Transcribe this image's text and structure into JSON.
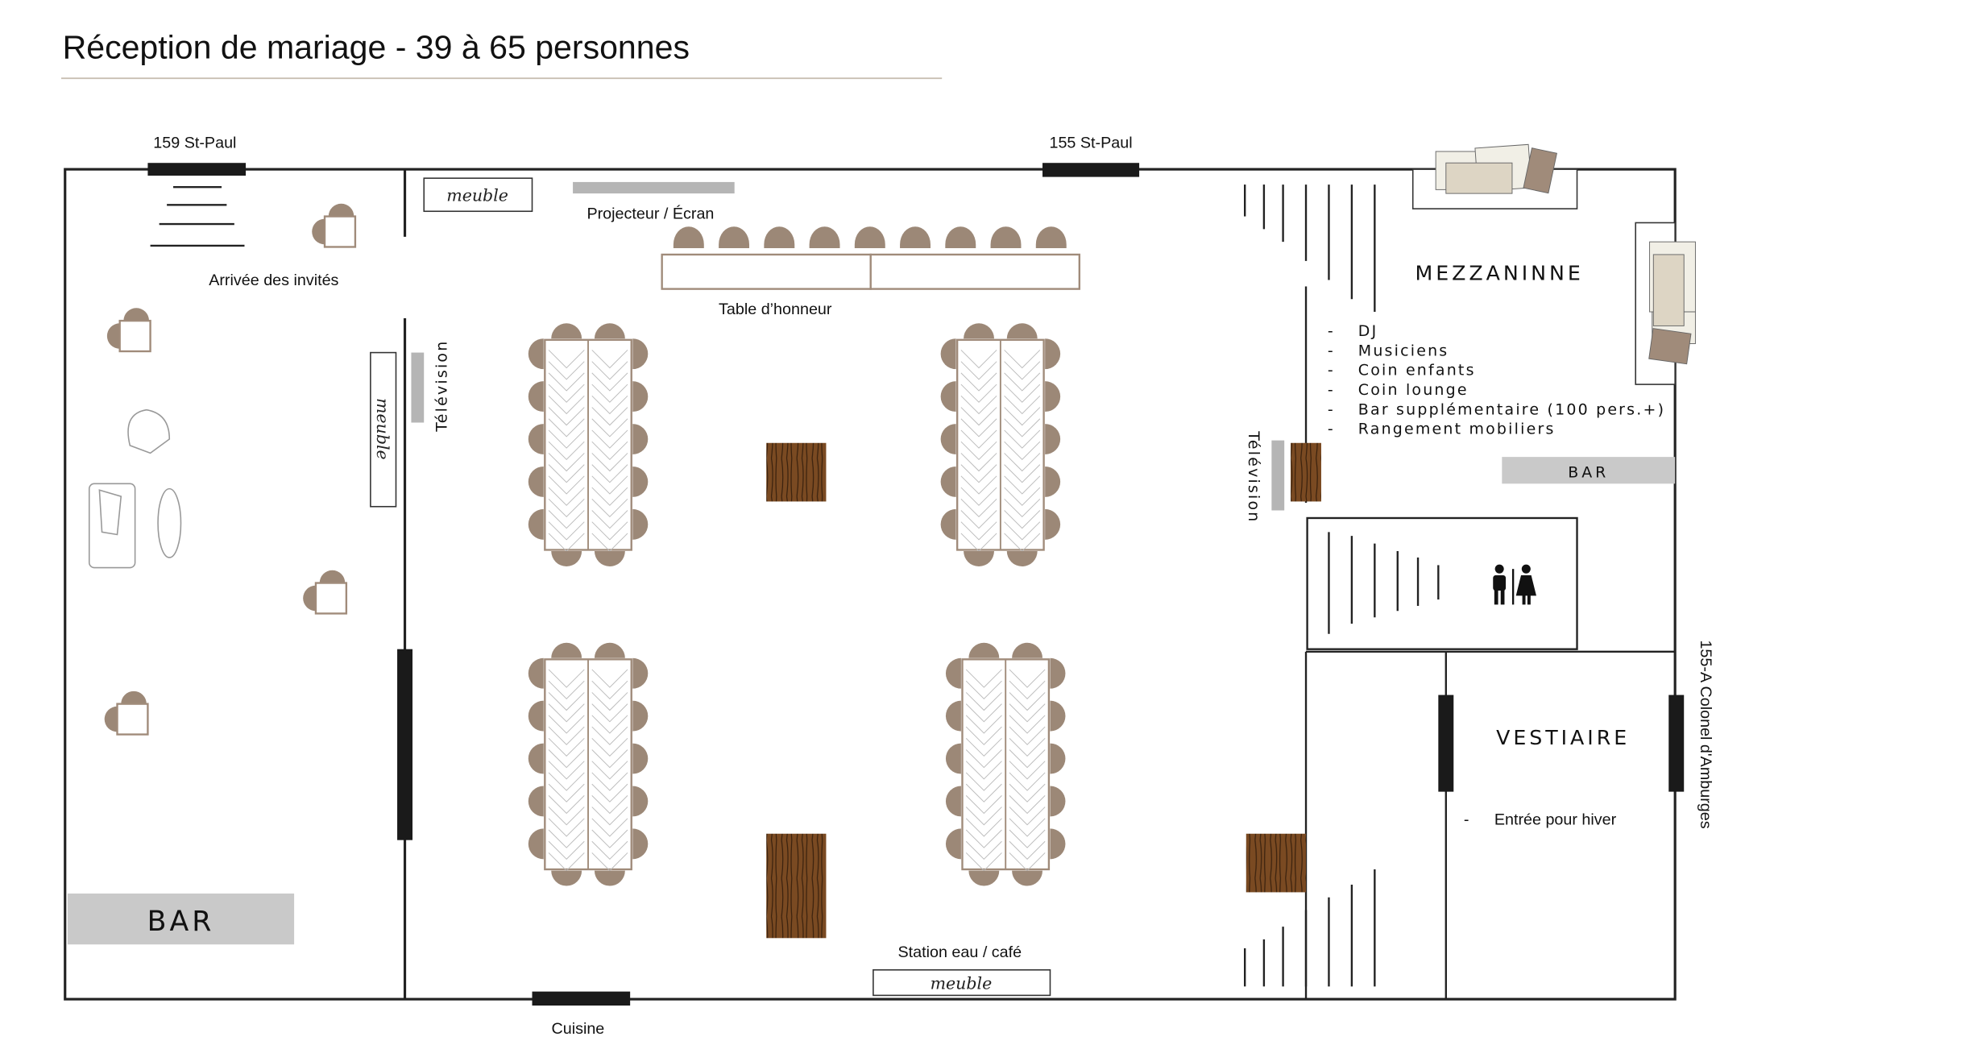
{
  "title": "Réception de mariage - 39 à 65 personnes",
  "labels": {
    "door_159": "159 St-Paul",
    "door_155": "155 St-Paul",
    "door_cuisine": "Cuisine",
    "arrivee": "Arrivée des invités",
    "projecteur": "Projecteur / Écran",
    "table_honneur": "Table d’honneur",
    "television_left": "Télévision",
    "television_right": "Télévision",
    "station": "Station eau / café",
    "bar_main": "BAR",
    "bar_mezz": "BAR",
    "street_side": "155-A Colonel d'Amburges",
    "meuble": "meuble"
  },
  "mezzanine": {
    "title": "MEZZANINNE",
    "items": [
      "DJ",
      "Musiciens",
      "Coin enfants",
      "Coin lounge",
      "Bar supplémentaire (100 pers.+)",
      "Rangement mobiliers"
    ]
  },
  "vestiaire": {
    "title": "VESTIAIRE",
    "items": [
      "Entrée pour hiver"
    ]
  },
  "colors": {
    "chair": "#9c8877",
    "table": "#a08b7a",
    "wall": "#222222",
    "gray": "#c9c9c9",
    "wood": "#6b4220"
  }
}
